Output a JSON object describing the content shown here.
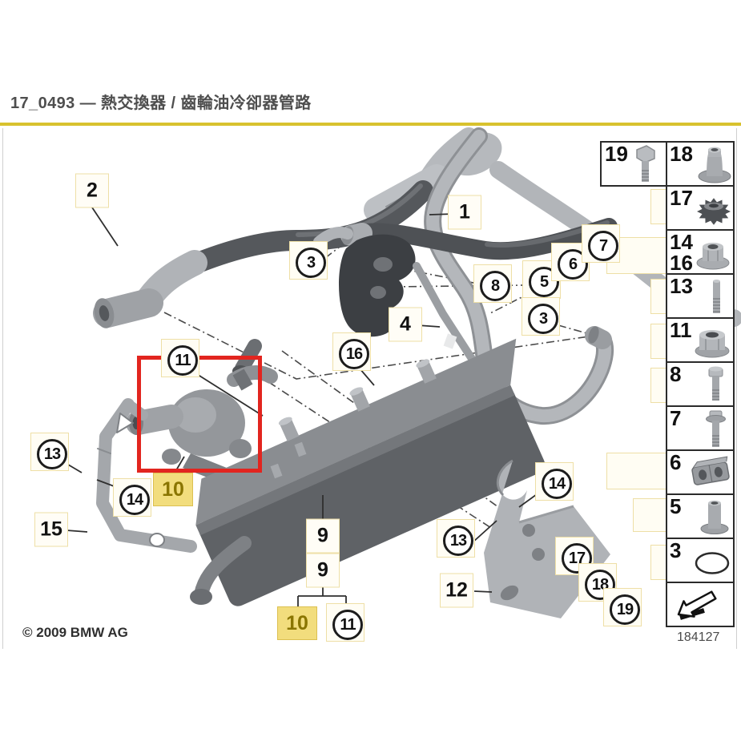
{
  "header": {
    "title": "17_0493 — 熱交換器 / 齒輪油冷卻器管路"
  },
  "footer": {
    "copyright": "© 2009 BMW AG",
    "part_number": "184127"
  },
  "colors": {
    "accent_rule": "#d8c22e",
    "highlight_red": "#e2251f",
    "highlight_yellow": "#f2dd7d"
  },
  "callouts": {
    "circled": [
      {
        "label": "3"
      },
      {
        "label": "8"
      },
      {
        "label": "5"
      },
      {
        "label": "6"
      },
      {
        "label": "7"
      },
      {
        "label": "3"
      },
      {
        "label": "11"
      },
      {
        "label": "16"
      },
      {
        "label": "13"
      },
      {
        "label": "14"
      },
      {
        "label": "14"
      },
      {
        "label": "13"
      },
      {
        "label": "17"
      },
      {
        "label": "18"
      },
      {
        "label": "19"
      },
      {
        "label": "11"
      }
    ],
    "plain": [
      {
        "label": "2"
      },
      {
        "label": "1"
      },
      {
        "label": "4"
      },
      {
        "label": "15"
      },
      {
        "label": "12"
      },
      {
        "label": "9"
      },
      {
        "label": "9"
      }
    ],
    "highlighted": [
      {
        "label": "10"
      },
      {
        "label": "10"
      }
    ]
  },
  "sidebar": {
    "top_cell": {
      "number": "19",
      "icon": "hex-bolt-icon"
    },
    "rows": [
      {
        "number": "18",
        "icon": "flanged-sleeve-icon"
      },
      {
        "number": "17",
        "icon": "gear-clip-icon"
      },
      {
        "number": "14",
        "number2": "16",
        "icon": "flange-nut-icon"
      },
      {
        "number": "13",
        "icon": "stud-icon"
      },
      {
        "number": "11",
        "icon": "hex-nut-icon"
      },
      {
        "number": "8",
        "icon": "hex-bolt-icon"
      },
      {
        "number": "7",
        "icon": "flanged-bolt-icon"
      },
      {
        "number": "6",
        "icon": "clamp-block-icon"
      },
      {
        "number": "5",
        "icon": "sleeve-bushing-icon"
      },
      {
        "number": "3",
        "icon": "o-ring-icon"
      },
      {
        "number": "",
        "icon": "back-arrow-icon"
      }
    ]
  }
}
